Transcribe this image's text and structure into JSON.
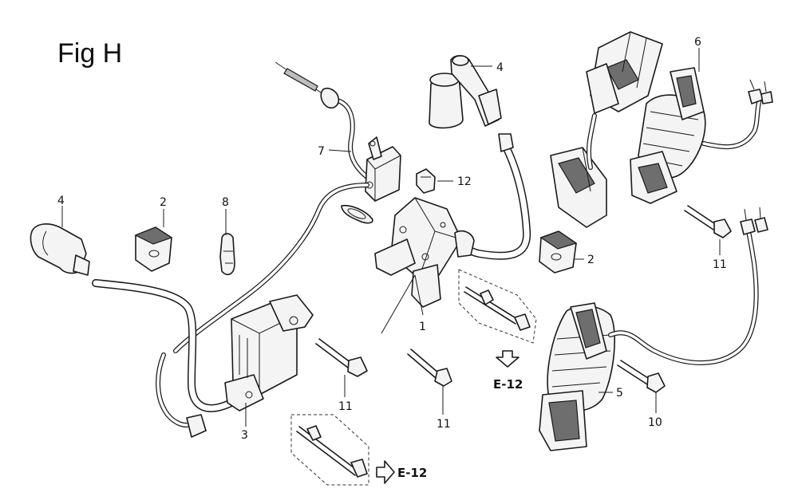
{
  "figure": {
    "title": "Fig H"
  },
  "callouts": [
    {
      "id": "c4a",
      "label": "4"
    },
    {
      "id": "c7",
      "label": "7"
    },
    {
      "id": "c12",
      "label": "12"
    },
    {
      "id": "c4b",
      "label": "4"
    },
    {
      "id": "c6",
      "label": "6"
    },
    {
      "id": "c2a",
      "label": "2"
    },
    {
      "id": "c8",
      "label": "8"
    },
    {
      "id": "c2b",
      "label": "2"
    },
    {
      "id": "c11a",
      "label": "11"
    },
    {
      "id": "c1",
      "label": "1"
    },
    {
      "id": "c11b",
      "label": "11"
    },
    {
      "id": "c11c",
      "label": "11"
    },
    {
      "id": "c3",
      "label": "3"
    },
    {
      "id": "c5",
      "label": "5"
    },
    {
      "id": "c10",
      "label": "10"
    }
  ],
  "references": [
    {
      "id": "ref1",
      "label": "E-12"
    },
    {
      "id": "ref2",
      "label": "E-12"
    }
  ],
  "colors": {
    "line": "#1a1a1a",
    "background": "#ffffff"
  }
}
